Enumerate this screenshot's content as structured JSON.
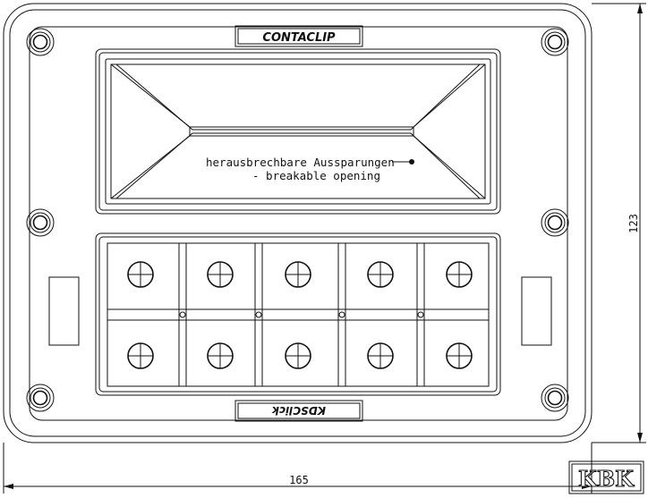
{
  "brand_top": "CONTACLIP",
  "brand_bottom": "KDSClick",
  "annotation": {
    "line1": "herausbrechbare Aussparungen",
    "line2": "- breakable opening"
  },
  "dimensions": {
    "width_label": "165",
    "height_label": "123"
  },
  "stamp": "KBK",
  "screw_icon": "mounting-screw-icon",
  "terminal_icon": "terminal-screw-icon"
}
